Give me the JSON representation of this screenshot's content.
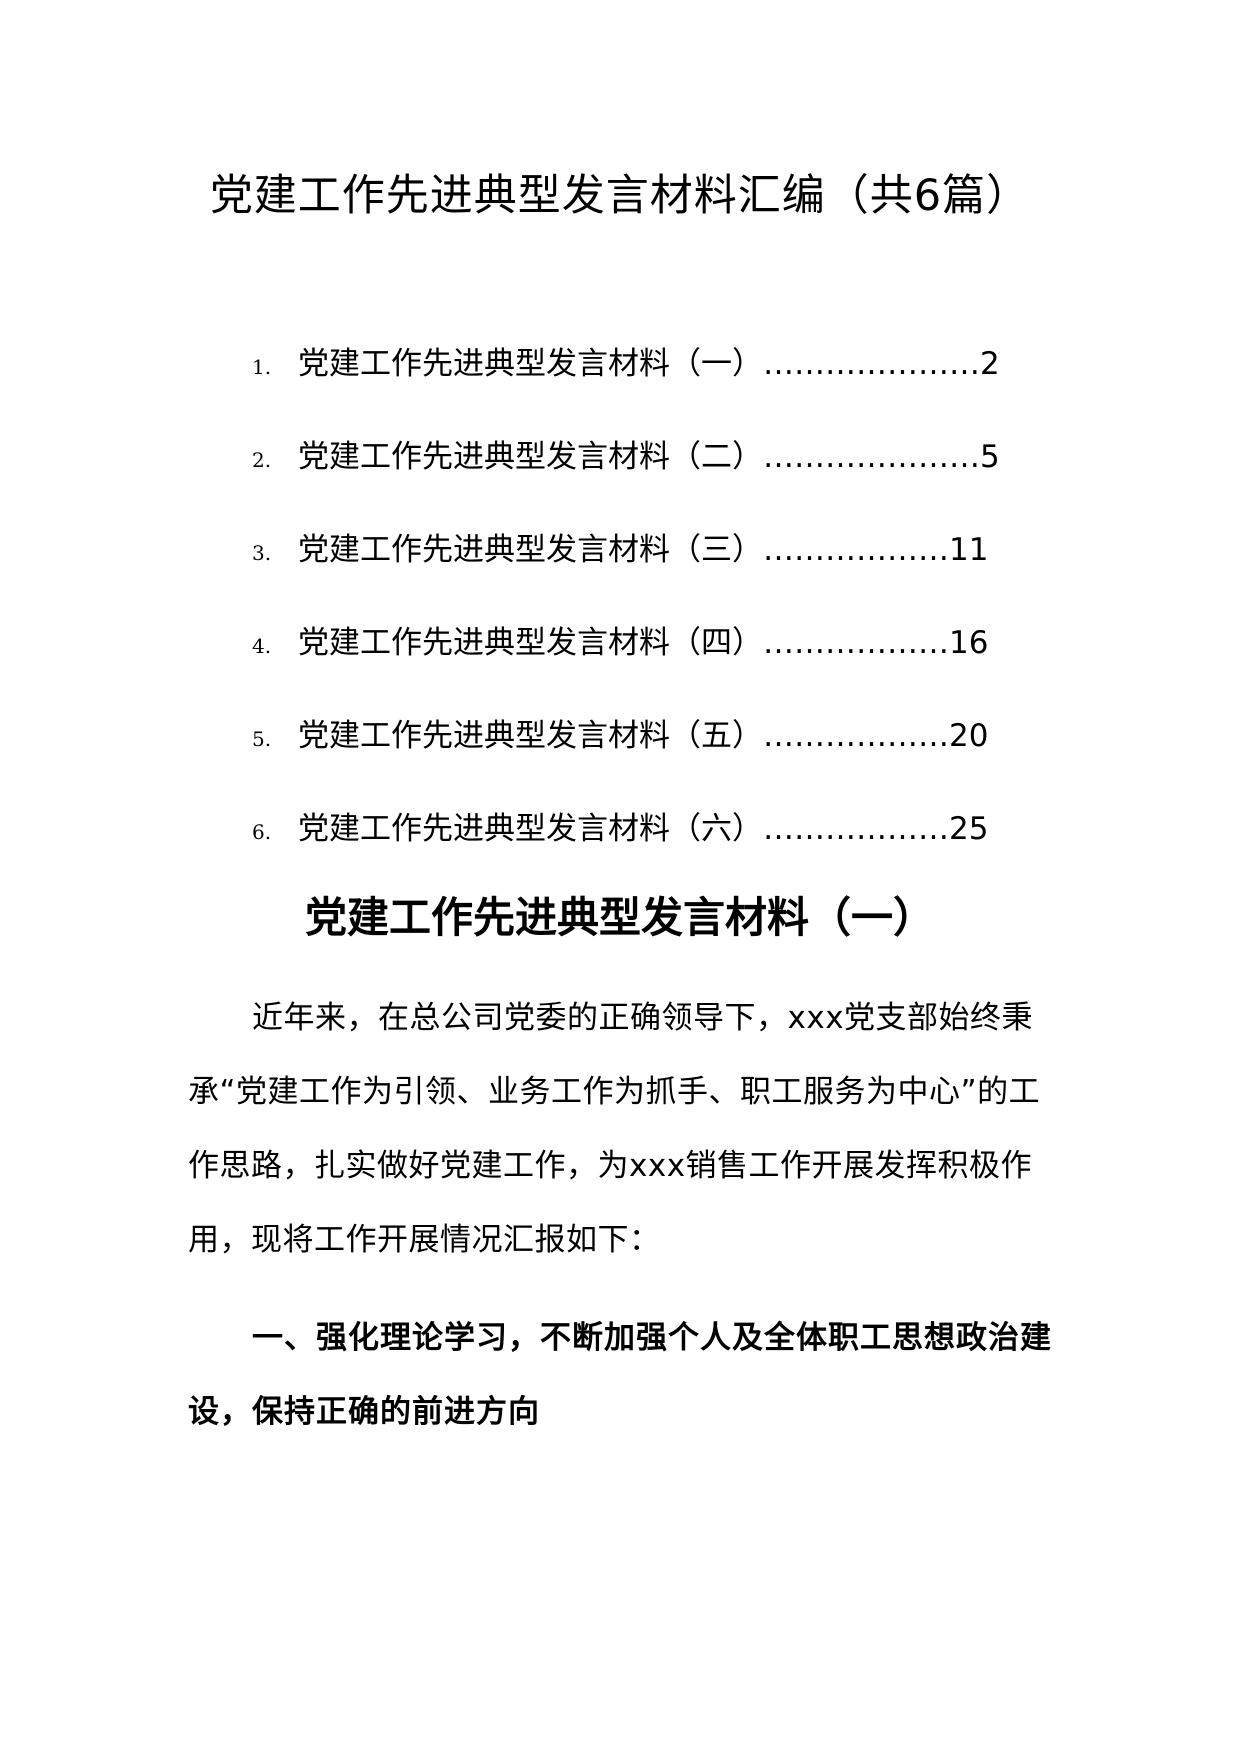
{
  "document": {
    "title": "党建工作先进典型发言材料汇编（共6篇）",
    "toc": [
      {
        "number": "1.",
        "label": "党建工作先进典型发言材料（一）",
        "dots": "…………………",
        "page": "2"
      },
      {
        "number": "2.",
        "label": "党建工作先进典型发言材料（二）",
        "dots": "…………………",
        "page": "5"
      },
      {
        "number": "3.",
        "label": "党建工作先进典型发言材料（三）",
        "dots": "………………",
        "page": "11"
      },
      {
        "number": "4.",
        "label": "党建工作先进典型发言材料（四）",
        "dots": "………………",
        "page": "16"
      },
      {
        "number": "5.",
        "label": "党建工作先进典型发言材料（五）",
        "dots": "………………",
        "page": "20"
      },
      {
        "number": "6.",
        "label": "党建工作先进典型发言材料（六）",
        "dots": "………………",
        "page": "25"
      }
    ],
    "section_title": "党建工作先进典型发言材料（一）",
    "paragraphs": [
      "近年来，在总公司党委的正确领导下，xxx党支部始终秉承“党建工作为引领、业务工作为抓手、职工服务为中心”的工作思路，扎实做好党建工作，为xxx销售工作开展发挥积极作用，现将工作开展情况汇报如下：",
      "一、强化理论学习，不断加强个人及全体职工思想政治建设，保持正确的前进方向"
    ]
  }
}
